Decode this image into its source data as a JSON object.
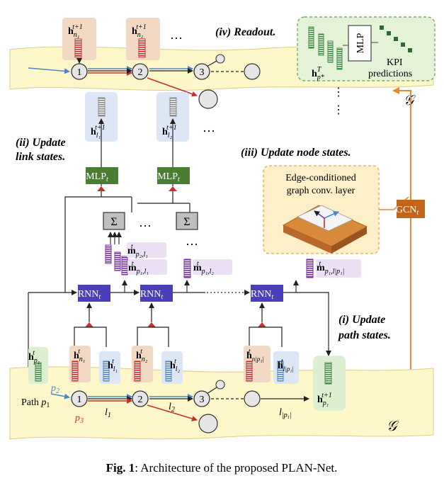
{
  "caption": {
    "fig_label": "Fig. 1",
    "text": ": Architecture of the proposed PLAN-Net."
  },
  "stages": {
    "readout": "(iv) Readout.",
    "update_link_1": "(ii) Update",
    "update_link_2": "link states.",
    "update_node": "(iii) Update node states.",
    "update_path_1": "(i) Update",
    "update_path_2": "path states."
  },
  "graph_symbol": "𝒢",
  "nodes": [
    "1",
    "2",
    "3"
  ],
  "blocks": {
    "mlp_t": "MLP",
    "mlp_sub": "t",
    "rnn_t": "RNN",
    "rnn_sub": "t",
    "sum": "Σ",
    "gcn_t": "GCN",
    "gcn_sub": "t",
    "mlp_readout": "MLP"
  },
  "readout_box": {
    "kpi_1": "KPI",
    "kpi_2": "predictions"
  },
  "node_update_box": {
    "line_1": "Edge-conditioned",
    "line_2": "graph conv. layer"
  },
  "bottom_plane": {
    "path_label": "Path",
    "path_var": "p",
    "path_sub": "1",
    "p2": "p",
    "p2_sub": "2",
    "p3": "p",
    "p3_sub": "3",
    "l1": "l",
    "l1_sub": "1",
    "l2": "l",
    "l2_sub": "2",
    "lp": "l",
    "lp_sub": "|p₁|"
  },
  "colors": {
    "plane_fill": "#fdf7c9",
    "plane_edge": "#d8cf8a",
    "mlp_green": "#4a7d32",
    "rnn_purple": "#4a3fb8",
    "gcn_orange": "#c0651a",
    "sum_gray": "#bfbfbf",
    "path_blue": "#4c86c8",
    "path_red": "#c9302c",
    "arrow_orange": "#e8892d",
    "readout_green_bg": "#e4f2d8",
    "node_yellow_bg": "#fdf0c8"
  },
  "ellipsis": "…"
}
